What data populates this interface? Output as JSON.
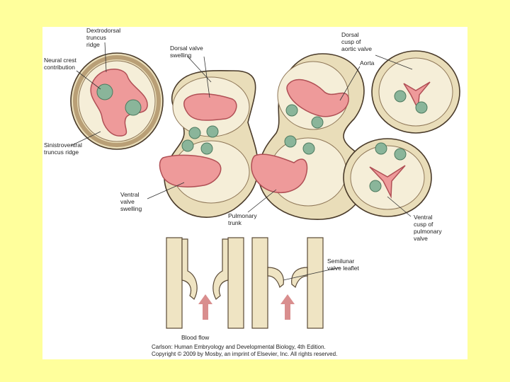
{
  "labels": {
    "dextrodorsal": [
      "Dextrodorsal",
      "truncus",
      "ridge"
    ],
    "neural_crest": [
      "Neural crest",
      "contribution"
    ],
    "dorsal_valve": [
      "Dorsal valve",
      "swelling"
    ],
    "dorsal_cusp": [
      "Dorsal",
      "cusp of",
      "aortic valve"
    ],
    "aorta": "Aorta",
    "sinistroventral": [
      "Sinistroventral",
      "truncus ridge"
    ],
    "ventral_valve": [
      "Ventral",
      "valve",
      "swelling"
    ],
    "pulmonary_trunk": [
      "Pulmonary",
      "trunk"
    ],
    "ventral_cusp": [
      "Ventral",
      "cusp of",
      "pulmonary",
      "valve"
    ],
    "semilunar": [
      "Semilunar",
      "valve leaflet"
    ],
    "blood_flow": "Blood flow"
  },
  "caption": [
    "Carlson: Human Embryology and Developmental Biology, 4th Edition.",
    "Copyright © 2009 by Mosby, an imprint of Elsevier, Inc. All rights reserved."
  ],
  "colors": {
    "page_background": "#ffff9c",
    "lumen": "#ee9a9a",
    "neural_crest": "#8ab59a",
    "wall": "#e9ddb9"
  }
}
